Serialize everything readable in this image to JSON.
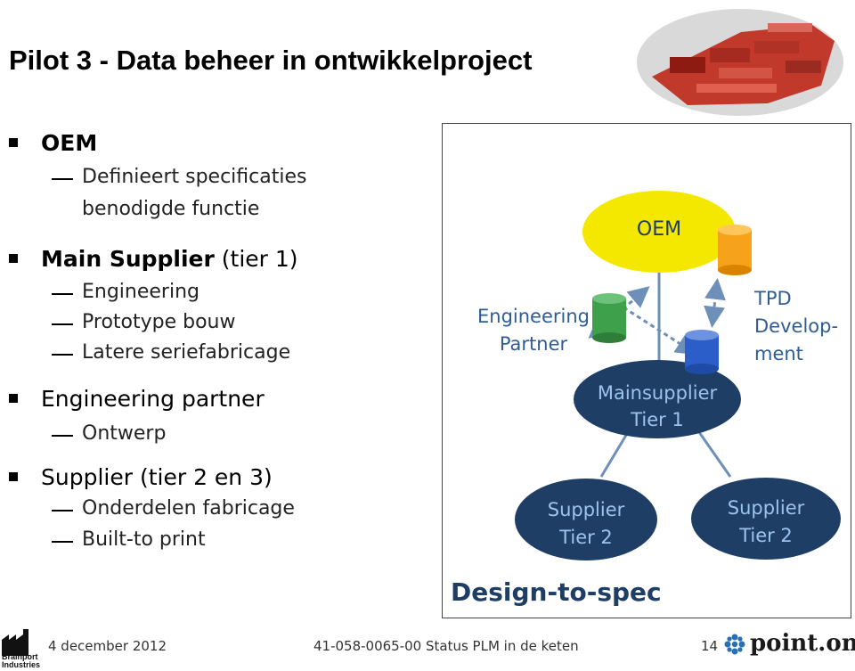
{
  "title": "Pilot 3 - Data beheer in ontwikkelproject",
  "bullets": [
    {
      "head": "OEM",
      "suffix": "",
      "subs": [
        "Definieert specificaties",
        "benodigde functie"
      ]
    },
    {
      "head": "Main Supplier",
      "suffix": " (tier 1)",
      "subs": [
        "Engineering",
        "Prototype bouw",
        "Latere seriefabricage"
      ]
    },
    {
      "head": "Engineering partner",
      "suffix": "",
      "subs": [
        "Ontwerp"
      ]
    },
    {
      "head": "Supplier",
      "suffix": " (tier 2 en 3)",
      "subs": [
        "Onderdelen fabricage",
        "Built-to print"
      ]
    }
  ],
  "diagram": {
    "oem": "OEM",
    "engineering_partner": [
      "Engineering",
      "Partner"
    ],
    "tpd": [
      "TPD",
      "Develop-",
      "ment"
    ],
    "mainsupplier": [
      "Mainsupplier",
      "Tier 1"
    ],
    "supplier_left": [
      "Supplier",
      "Tier 2"
    ],
    "supplier_right": [
      "Supplier",
      "Tier 2"
    ],
    "caption": "Design-to-spec"
  },
  "footer": {
    "logo_line1": "Brainport",
    "logo_line2": "Industries",
    "date": "4 december 2012",
    "doc": "41-058-0065-00 Status PLM in de keten",
    "page": "14",
    "brand": "point.one"
  },
  "colors": {
    "oem_fill": "#f5e800",
    "tier_fill": "#1f3e66",
    "text_blue": "#2f5d93",
    "cyl_green": "#3ea04b",
    "cyl_orange": "#f6a21a",
    "cyl_blue": "#2b5ec8",
    "arrow": "#6d8fb8"
  }
}
